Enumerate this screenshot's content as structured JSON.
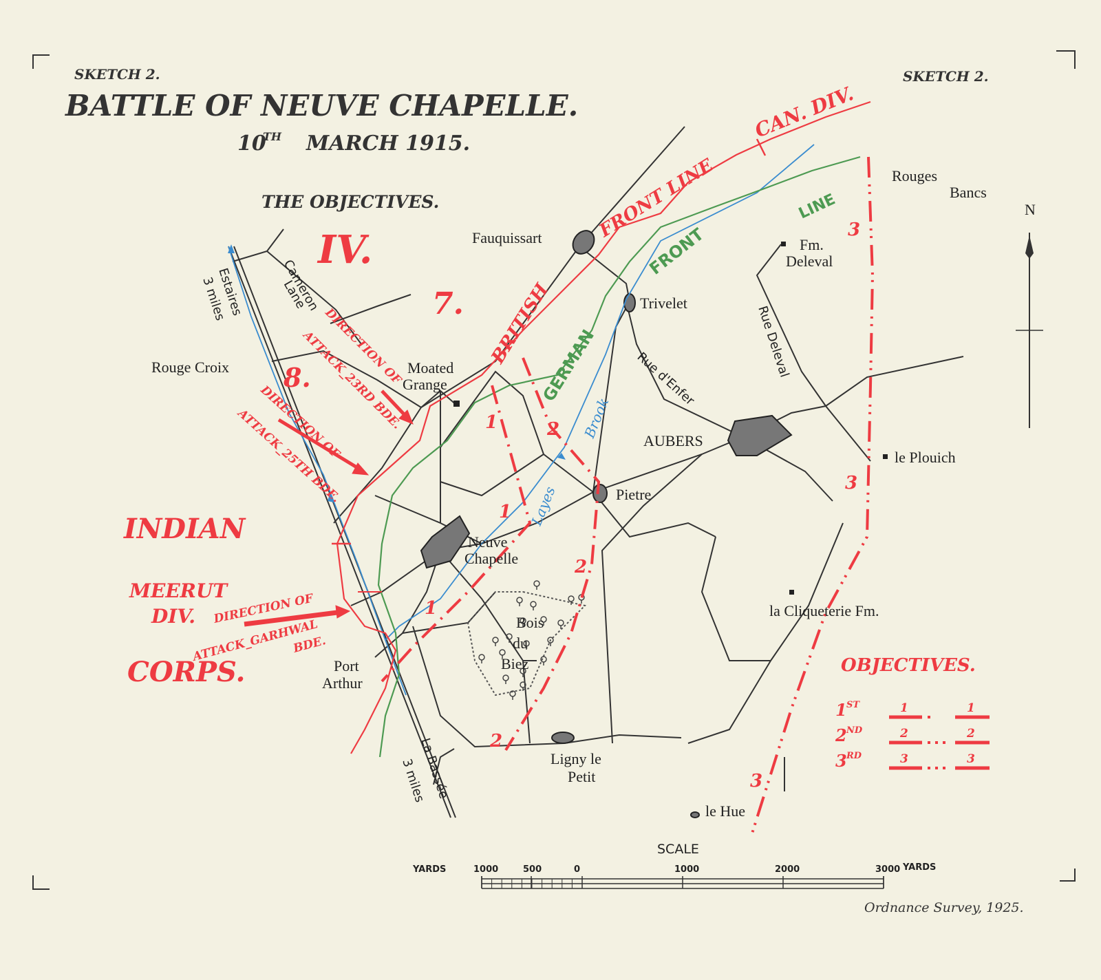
{
  "header": {
    "sketch_left": "SKETCH 2.",
    "sketch_right": "SKETCH 2.",
    "title": "BATTLE OF NEUVE CHAPELLE.",
    "date_day": "10",
    "date_suffix": "TH",
    "date_rest": "MARCH 1915.",
    "subtitle": "THE OBJECTIVES."
  },
  "places": {
    "rouges_bancs_1": "Rouges",
    "rouges_bancs_2": "Bancs",
    "fauquissart": "Fauquissart",
    "fm_deleval_1": "Fm.",
    "fm_deleval_2": "Deleval",
    "trivelet": "Trivelet",
    "rouge_croix": "Rouge Croix",
    "moated_grange_1": "Moated",
    "moated_grange_2": "Grange",
    "aubers": "AUBERS",
    "le_plouich": "le Plouich",
    "pietre": "Pietre",
    "neuve_chapelle_1": "Neuve",
    "neuve_chapelle_2": "Chapelle",
    "bois_du_biez_1": "Bois",
    "bois_du_biez_2": "du",
    "bois_du_biez_3": "Biez",
    "la_cliqueterie": "la Cliqueterie Fm.",
    "port_arthur_1": "Port",
    "port_arthur_2": "Arthur",
    "ligny_1": "Ligny le",
    "ligny_2": "Petit",
    "le_hue": "le Hue"
  },
  "roads": {
    "cameron_1": "Cameron",
    "cameron_2": "Lane",
    "estaires_1": "Estaires",
    "estaires_2": "3 miles",
    "la_bassee_1": "La Bassée",
    "la_bassee_2": "3 miles",
    "rue_denfer": "Rue d'Enfer",
    "rue_deleval": "Rue Deleval",
    "layes": "Layes",
    "brook": "Brook"
  },
  "units": {
    "corps_iv": "IV.",
    "div_7": "7.",
    "div_8": "8.",
    "indian": "INDIAN",
    "corps": "CORPS.",
    "meerut_1": "MEERUT",
    "meerut_2": "DIV.",
    "can_div": "CAN. DIV.",
    "british_1": "FRONT LINE",
    "british_2": "BRITISH",
    "german_1": "LINE",
    "german_2": "FRONT",
    "german_3": "GERMAN"
  },
  "attacks": {
    "a23_1": "DIRECTION OF",
    "a23_2": "ATTACK_23RD BDE.",
    "a25_1": "DIRECTION OF",
    "a25_2": "ATTACK_25TH BDE.",
    "garh_1": "DIRECTION OF",
    "garh_2": "ATTACK_GARHWAL",
    "garh_3": "BDE."
  },
  "objective_marks": {
    "one": "1",
    "two": "2",
    "three": "3"
  },
  "legend": {
    "title": "OBJECTIVES.",
    "rows": [
      {
        "ord": "1",
        "sup": "ST",
        "num": "1"
      },
      {
        "ord": "2",
        "sup": "ND",
        "num": "2"
      },
      {
        "ord": "3",
        "sup": "RD",
        "num": "3"
      }
    ]
  },
  "scale": {
    "title": "SCALE",
    "left_unit": "YARDS",
    "ticks": [
      "1000",
      "500",
      "0",
      "1000",
      "2000",
      "3000"
    ],
    "right_unit": "YARDS"
  },
  "north": "N",
  "credit": "Ordnance Survey, 1925.",
  "colors": {
    "background": "#f3f1e2",
    "british_line": "#ee3b42",
    "german_line": "#4d9a52",
    "brook": "#3a8ccf",
    "roads": "#333333"
  }
}
